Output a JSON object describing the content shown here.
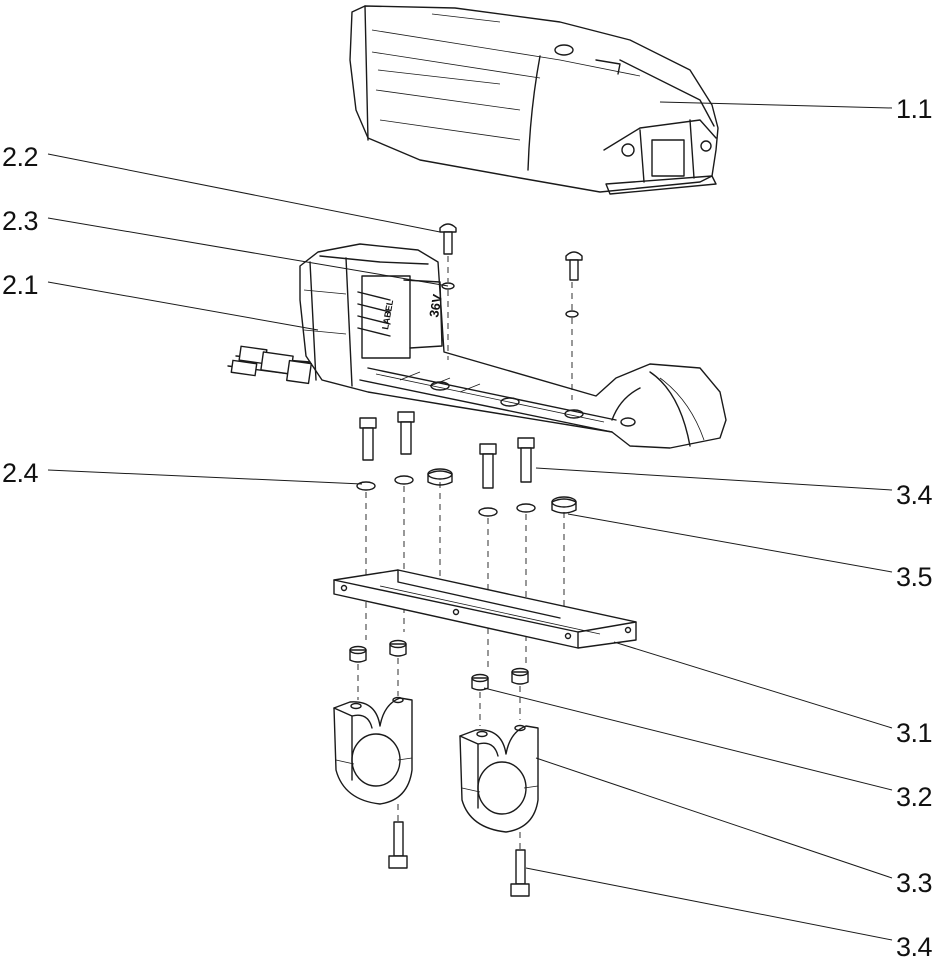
{
  "diagram": {
    "callouts": [
      {
        "id": "1.1",
        "label": "1.1"
      },
      {
        "id": "2.2",
        "label": "2.2"
      },
      {
        "id": "2.3",
        "label": "2.3"
      },
      {
        "id": "2.1",
        "label": "2.1"
      },
      {
        "id": "2.4",
        "label": "2.4"
      },
      {
        "id": "3.4a",
        "label": "3.4"
      },
      {
        "id": "3.5",
        "label": "3.5"
      },
      {
        "id": "3.1",
        "label": "3.1"
      },
      {
        "id": "3.2",
        "label": "3.2"
      },
      {
        "id": "3.3",
        "label": "3.3"
      },
      {
        "id": "3.4b",
        "label": "3.4"
      }
    ],
    "part_markings": {
      "label_text": "LABEL",
      "voltage_text": "36V"
    }
  }
}
